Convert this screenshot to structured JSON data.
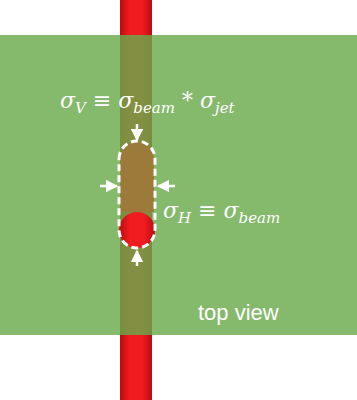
{
  "diagram": {
    "labels": [
      "σ",
      "V",
      " ≡ σ",
      "beam",
      " * σ",
      "jet",
      "σ",
      "H",
      " ≡ σ",
      "beam",
      "top view"
    ]
  }
}
